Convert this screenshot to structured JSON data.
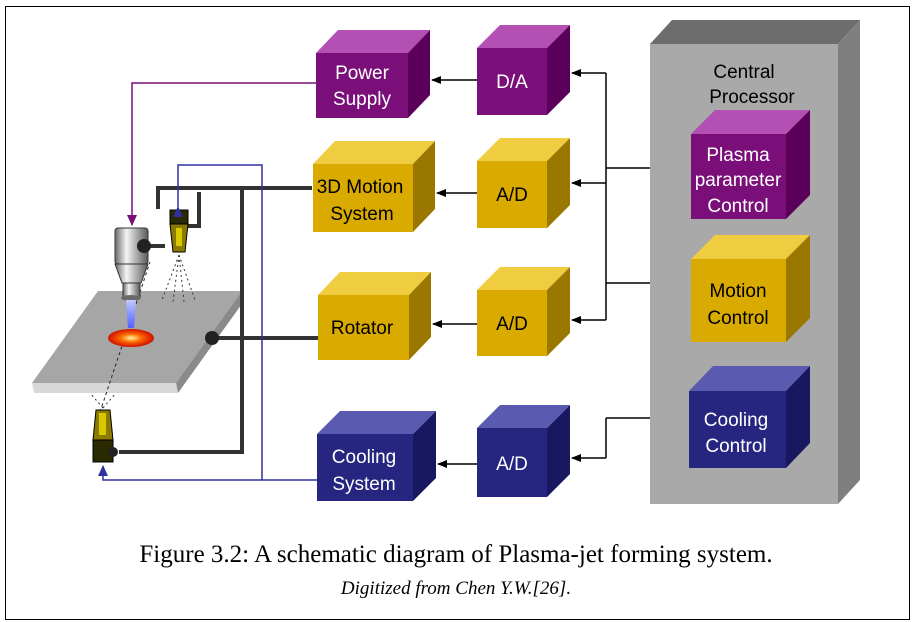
{
  "diagram": {
    "central_processor": {
      "title_line1": "Central",
      "title_line2": "Processor"
    },
    "modules": {
      "plasma_control": [
        "Plasma",
        "parameter",
        "Control"
      ],
      "motion_control": [
        "Motion",
        "Control"
      ],
      "cooling_control": [
        "Cooling",
        "Control"
      ]
    },
    "converters": {
      "power": "D/A",
      "motion": "A/D",
      "rotator": "A/D",
      "cooling": "A/D"
    },
    "devices": {
      "power_supply": [
        "Power",
        "Supply"
      ],
      "motion_system": [
        "3D Motion",
        "System"
      ],
      "rotator": [
        "Rotator"
      ],
      "cooling_system": [
        "Cooling",
        "System"
      ]
    },
    "colors": {
      "purple": "#7a0f7a",
      "gold": "#d9aa00",
      "navy": "#262680",
      "processor": "#a9a9a9",
      "plate": "#a6a6a6"
    }
  },
  "caption": {
    "title": "Figure 3.2:  A schematic diagram of Plasma-jet forming system.",
    "source": "Digitized from Chen Y.W.[26]."
  }
}
